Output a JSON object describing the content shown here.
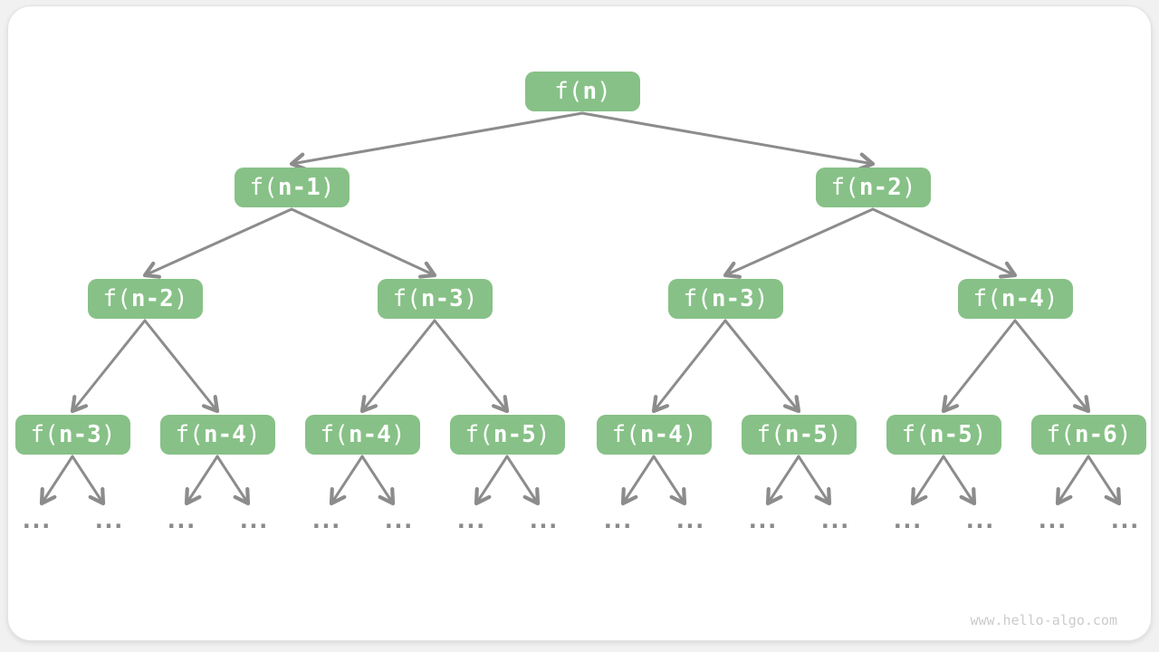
{
  "diagram": {
    "type": "recursion-tree",
    "ellipsis": "...",
    "nodes": [
      {
        "prefix": "f(",
        "arg": "n",
        "suffix": ")"
      },
      {
        "prefix": "f(",
        "arg": "n-1",
        "suffix": ")"
      },
      {
        "prefix": "f(",
        "arg": "n-2",
        "suffix": ")"
      },
      {
        "prefix": "f(",
        "arg": "n-2",
        "suffix": ")"
      },
      {
        "prefix": "f(",
        "arg": "n-3",
        "suffix": ")"
      },
      {
        "prefix": "f(",
        "arg": "n-3",
        "suffix": ")"
      },
      {
        "prefix": "f(",
        "arg": "n-4",
        "suffix": ")"
      },
      {
        "prefix": "f(",
        "arg": "n-3",
        "suffix": ")"
      },
      {
        "prefix": "f(",
        "arg": "n-4",
        "suffix": ")"
      },
      {
        "prefix": "f(",
        "arg": "n-4",
        "suffix": ")"
      },
      {
        "prefix": "f(",
        "arg": "n-5",
        "suffix": ")"
      },
      {
        "prefix": "f(",
        "arg": "n-4",
        "suffix": ")"
      },
      {
        "prefix": "f(",
        "arg": "n-5",
        "suffix": ")"
      },
      {
        "prefix": "f(",
        "arg": "n-5",
        "suffix": ")"
      },
      {
        "prefix": "f(",
        "arg": "n-6",
        "suffix": ")"
      }
    ]
  },
  "watermark": "www.hello-algo.com",
  "colors": {
    "node_fill": "#87C187",
    "node_text": "#FFFFFF",
    "arrow": "#8C8C8C",
    "ellipsis": "#8A8A8A",
    "watermark": "#CBCBCB",
    "card_bg": "#FFFFFF",
    "page_bg": "#F1F1F1"
  }
}
